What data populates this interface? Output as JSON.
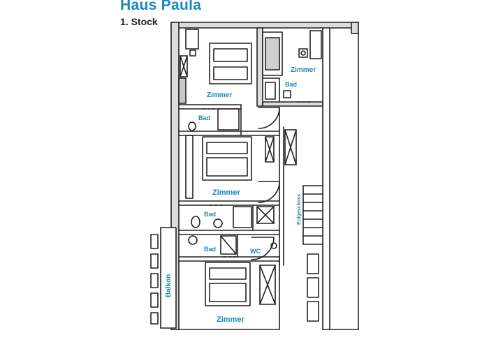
{
  "header": {
    "title": "Haus Paula",
    "subtitle": "1. Stock"
  },
  "rooms": {
    "zimmer_top_right": "Zimmer",
    "bad_top_right": "Bad",
    "zimmer_top_left": "Zimmer",
    "bad_upper": "Bad",
    "zimmer_middle": "Zimmer",
    "bad_middle": "Bad",
    "bad_lower": "Bad",
    "wc": "WC",
    "zimmer_bottom": "Zimmer",
    "balkon": "Balkon",
    "stair_label": "Erdgeschoss"
  },
  "colors": {
    "accent": "#1a86b9",
    "wall_fill": "#d9d9d9",
    "line": "#222222"
  }
}
